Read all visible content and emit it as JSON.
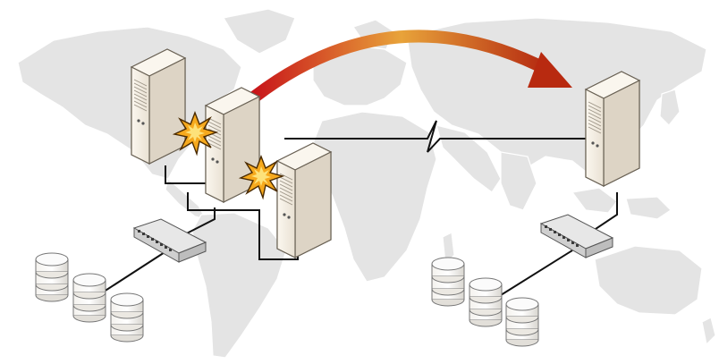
{
  "diagram": {
    "type": "disaster-recovery-failover",
    "site_primary": {
      "servers": 3,
      "failed_servers": 2,
      "switches": 1,
      "storage_disks": 3
    },
    "site_secondary": {
      "servers": 1,
      "failed_servers": 0,
      "switches": 1,
      "storage_disks": 3
    },
    "wan_link": "broken-line",
    "failover_arrow": "primary-to-secondary",
    "colors": {
      "map": "#e3e3e3",
      "server_body": "#f1eadf",
      "server_shadow": "#d8d0c2",
      "link": "#111111",
      "burst": "#f3a318",
      "arrow_start": "#d63a1a",
      "arrow_end": "#e8b23a"
    },
    "icons": [
      "world-map",
      "server-tower",
      "network-switch",
      "database-disk",
      "explosion-burst",
      "curved-arrow"
    ]
  }
}
